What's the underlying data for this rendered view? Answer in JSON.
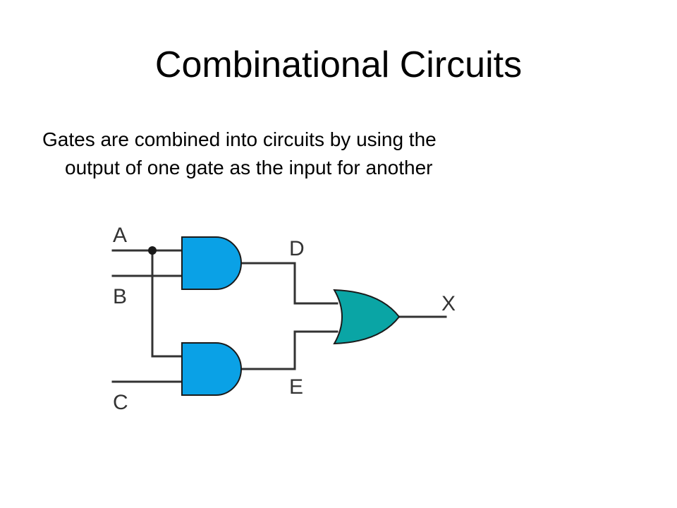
{
  "slide": {
    "title": "Combinational Circuits",
    "body_line1": "Gates are combined into circuits by using the",
    "body_line2": "output of one gate as the input for another"
  },
  "diagram": {
    "labels": {
      "a": "A",
      "b": "B",
      "c": "C",
      "d": "D",
      "e": "E",
      "x": "X"
    },
    "colors": {
      "and_gate_fill": "#0aa1e6",
      "or_gate_fill": "#0aa5a5",
      "gate_stroke": "#1a1a1a",
      "wire": "#333333"
    }
  }
}
